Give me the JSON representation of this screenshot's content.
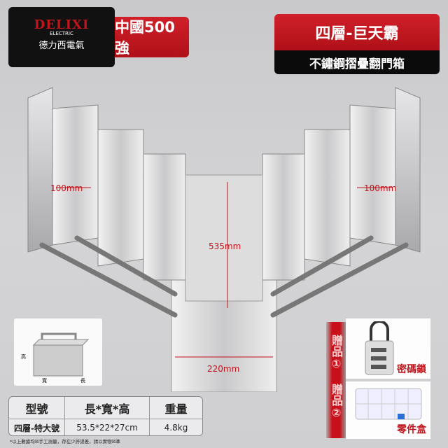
{
  "brand": {
    "logo": "DELIXI",
    "sub": "ELECTRIC",
    "cn": "德力西電氣",
    "tag": "中國500強"
  },
  "title": {
    "main": "四層-巨天霸",
    "sub": "不鏽鋼摺疊翻門箱"
  },
  "dimensions": {
    "left_tray": "100mm",
    "right_tray": "100mm",
    "height": "535mm",
    "width": "220mm"
  },
  "inset": {
    "height_label": "高",
    "width_label": "寬",
    "length_label": "長"
  },
  "table": {
    "headers": [
      "型號",
      "長*寬*高",
      "重量"
    ],
    "row": [
      "四層-特大號",
      "53.5*22*27cm",
      "4.8kg"
    ]
  },
  "note": "*以上數據均☒手工測量，存在少許誤差，請以實物☒準",
  "gifts": [
    {
      "badge": "贈品①",
      "label": "密碼鎖"
    },
    {
      "badge": "贈品②",
      "label": "零件盒"
    }
  ]
}
